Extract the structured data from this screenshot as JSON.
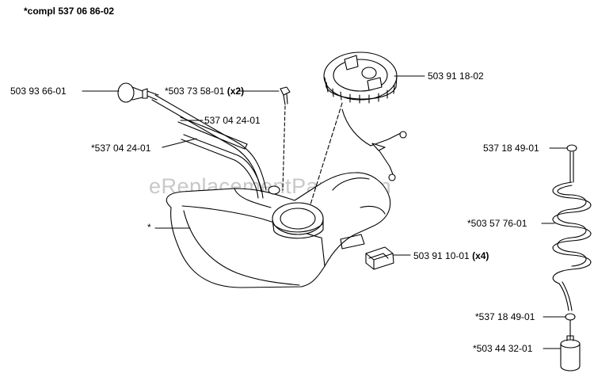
{
  "title": "*compl 537 06 86-02",
  "watermark": "eReplacementParts.com",
  "parts": {
    "primer_bulb": "503 93 66-01",
    "screw": "*503 73 58-01",
    "screw_qty": "(x2)",
    "hose_a": "537 04 24-01",
    "hose_b": "*537 04 24-01",
    "tank": "*",
    "fuel_cap": "503 91 18-02",
    "mount": "503 91 10-01",
    "mount_qty": "(x4)",
    "oring_top": "537 18 49-01",
    "fuel_hose_coil": "*503 57 76-01",
    "oring_bottom": "*537 18 49-01",
    "fuel_filter": "*503 44 32-01"
  }
}
